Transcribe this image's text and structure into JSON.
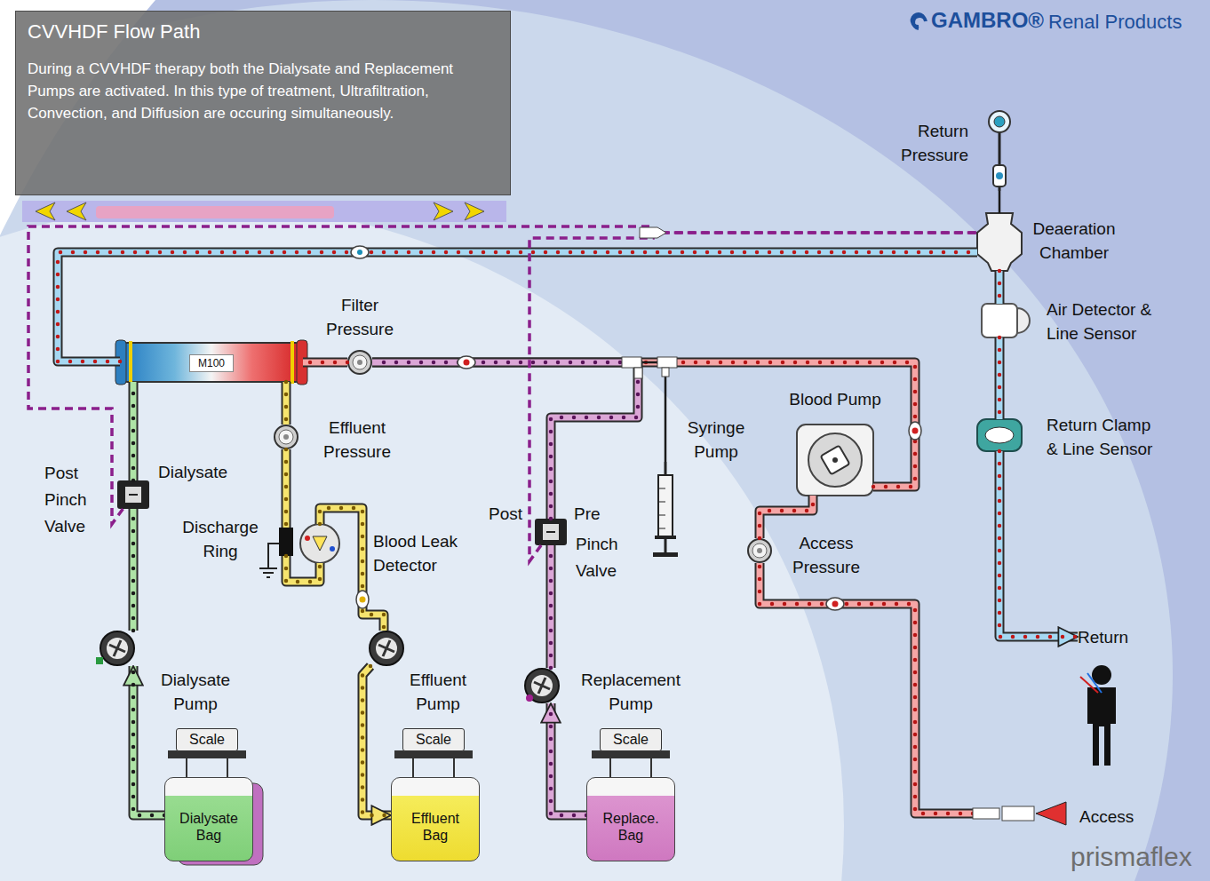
{
  "diagram": {
    "nodes": [
      {
        "text": [
          "CVVHDF Flow Path",
          "During a CVVHDF therapy both the Dialysate and Replacement Pumps are activated. In this type of treatment, Ultrafiltration, Convection, and Diffusion are occuring simultaneously."
        ]
      },
      {
        "text": [
          "Return Pressure"
        ]
      },
      {
        "text": [
          "Deaeration Chamber"
        ]
      },
      {
        "text": [
          "Filter Pressure"
        ]
      },
      {
        "text": [
          "M100"
        ]
      },
      {
        "text": [
          "Air Detector & Line Sensor"
        ]
      },
      {
        "text": [
          "Effluent Pressure"
        ]
      },
      {
        "text": [
          "Blood Pump"
        ]
      },
      {
        "text": [
          "Syringe Pump"
        ]
      },
      {
        "text": [
          "Return Clamp & Line Sensor"
        ]
      },
      {
        "text": [
          "Post Pinch Valve"
        ]
      },
      {
        "text": [
          "Discharge Ring"
        ]
      },
      {
        "text": [
          "Blood Leak Detector"
        ]
      },
      {
        "text": [
          "Post",
          "Pre",
          "Pinch Valve"
        ]
      },
      {
        "text": [
          "Access Pressure"
        ]
      },
      {
        "text": [
          "Return"
        ]
      },
      {
        "text": [
          "Dialysate Pump"
        ]
      },
      {
        "text": [
          "Effluent Pump"
        ]
      },
      {
        "text": [
          "Replacement Pump"
        ]
      },
      {
        "text": [
          "Scale"
        ]
      },
      {
        "text": [
          "Dialysate Bag"
        ]
      },
      {
        "text": [
          "Scale"
        ]
      },
      {
        "text": [
          "Effluent Bag"
        ]
      },
      {
        "text": [
          "Scale"
        ]
      },
      {
        "text": [
          "Replace. Bag"
        ]
      },
      {
        "text": [
          "Access"
        ]
      }
    ],
    "edges": [
      {
        "from": 25,
        "to": 14,
        "arrow": "none"
      },
      {
        "from": 14,
        "to": 7,
        "arrow": "none"
      },
      {
        "from": 7,
        "to": 3,
        "arrow": "none"
      },
      {
        "from": 8,
        "to": 3,
        "arrow": "none"
      },
      {
        "from": 13,
        "to": 3,
        "arrow": "none"
      },
      {
        "from": 3,
        "to": 4,
        "arrow": "none"
      },
      {
        "from": 4,
        "to": 2,
        "arrow": "none"
      },
      {
        "from": 1,
        "to": 2,
        "arrow": "none"
      },
      {
        "from": 2,
        "to": 5,
        "arrow": "none"
      },
      {
        "from": 5,
        "to": 9,
        "arrow": "none"
      },
      {
        "from": 9,
        "to": 15,
        "arrow": "to"
      },
      {
        "from": 20,
        "to": 16,
        "arrow": "to"
      },
      {
        "from": 16,
        "to": 10,
        "arrow": "none"
      },
      {
        "from": 10,
        "to": 4,
        "arrow": "none"
      },
      {
        "from": 4,
        "to": 6,
        "arrow": "none"
      },
      {
        "from": 6,
        "to": 11,
        "arrow": "none"
      },
      {
        "from": 11,
        "to": 12,
        "arrow": "none"
      },
      {
        "from": 12,
        "to": 17,
        "arrow": "none"
      },
      {
        "from": 17,
        "to": 22,
        "arrow": "to"
      },
      {
        "from": 24,
        "to": 18,
        "arrow": "to"
      },
      {
        "from": 18,
        "to": 13,
        "arrow": "none"
      },
      {
        "from": 10,
        "to": 2,
        "arrow": "none"
      },
      {
        "from": 13,
        "to": 2,
        "arrow": "none"
      }
    ],
    "labels": [
      "GAMBRO®",
      "Renal Products",
      "Dialysate",
      "prismaflex"
    ]
  }
}
